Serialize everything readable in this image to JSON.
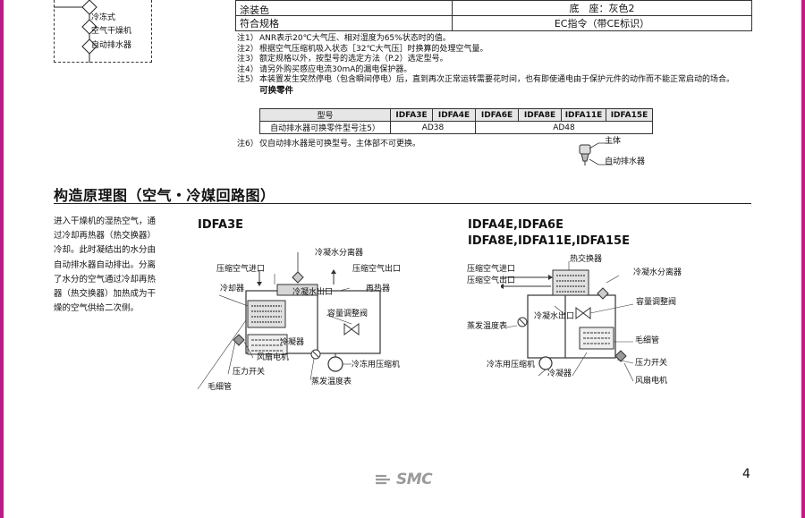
{
  "top_symbol": {
    "lines": [
      "冷冻式",
      "空气干燥机",
      "自动排水器"
    ]
  },
  "spec_rows": [
    {
      "label": "涂装色",
      "value": "底　座：灰色2"
    },
    {
      "label": "符合规格",
      "value": "EC指令（带CE标识）"
    }
  ],
  "notes": [
    {
      "num": "注1）",
      "text": "ANR表示20℃大气压、相对湿度为65%状态时的值。"
    },
    {
      "num": "注2）",
      "text": "根据空气压缩机吸入状态［32℃大气压］时换算的处理空气量。"
    },
    {
      "num": "注3）",
      "text": "额定规格以外，按型号的选定方法（P.2）选定型号。"
    },
    {
      "num": "注4）",
      "text": "请另外购买感应电流30mA的漏电保护器。"
    },
    {
      "num": "注5）",
      "text": "本装置发生突然停电（包含瞬间停电）后，直到再次正常运转需要花时间，也有即使通电由于保护元件的动作而不能正常启动的场合。"
    }
  ],
  "parts": {
    "title": "可换零件",
    "header_label": "型号",
    "models": [
      "IDFA3E",
      "IDFA4E",
      "IDFA6E",
      "IDFA8E",
      "IDFA11E",
      "IDFA15E"
    ],
    "row_label": "自动排水器可换零件型号注5）",
    "values": [
      "AD38",
      "AD48"
    ]
  },
  "note6": {
    "num": "注6）",
    "text": "仅自动排水器是可换型号。主体部不可更换。"
  },
  "drain_callouts": [
    "主体",
    "自动排水器"
  ],
  "section_title": "构造原理图（空气・冷媒回路图）",
  "intro": [
    "进入干燥机的湿热空气，通",
    "过冷却再热器（热交换器）",
    "冷却。此时凝结出的水分由",
    "自动排水器自动排出。分离",
    "了水分的空气通过冷却再热",
    "器（热交换器）加热成为干",
    "燥的空气供给二次侧。"
  ],
  "diagram_a": {
    "title": "IDFA3E",
    "labels": {
      "separator": "冷凝水分离器",
      "inlet": "压缩空气进口",
      "outlet": "压缩空气出口",
      "cooler": "冷却器",
      "drain_out": "冷凝水出口",
      "reheater": "再热器",
      "valve": "容量调整阀",
      "condenser": "冷凝器",
      "fan": "风扇电机",
      "compressor": "冷冻用压缩机",
      "switch": "压力开关",
      "capillary": "毛细管",
      "evap": "蒸发温度表"
    }
  },
  "diagram_b": {
    "title_line1": "IDFA4E,IDFA6E",
    "title_line2": "IDFA8E,IDFA11E,IDFA15E",
    "labels": {
      "inlet": "压缩空气进口",
      "outlet": "压缩空气出口",
      "exchanger": "热交换器",
      "separator": "冷凝水分离器",
      "valve": "容量调整阀",
      "drain_out": "冷凝水出口",
      "evap": "蒸发温度表",
      "capillary": "毛细管",
      "switch": "压力开关",
      "compressor": "冷冻用压缩机",
      "condenser": "冷凝器",
      "fan": "风扇电机"
    }
  },
  "page_number": "4",
  "logo_text": "SMC",
  "colors": {
    "edge": "#c2188b",
    "logo": "#9a9a9a"
  }
}
